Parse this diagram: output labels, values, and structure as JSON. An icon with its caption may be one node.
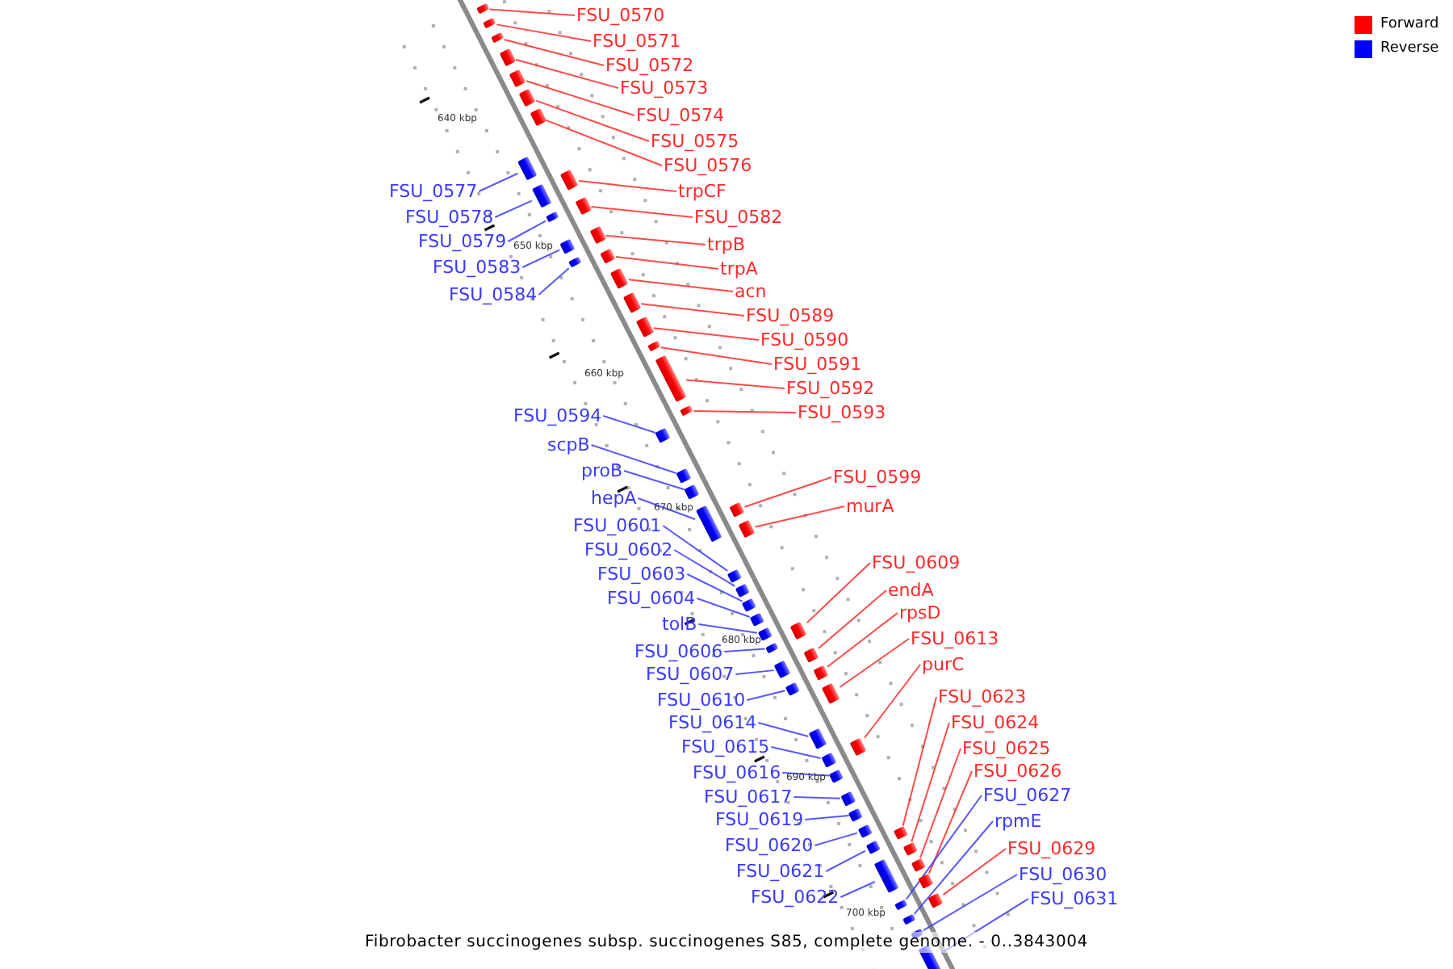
{
  "diagram": {
    "caption": "Fibrobacter succinogenes subsp. succinogenes S85, complete genome. - 0..3843004",
    "nodes": [
      {
        "text": [
          "FSU_0570"
        ]
      },
      {
        "text": [
          "FSU_0571"
        ]
      },
      {
        "text": [
          "FSU_0572"
        ]
      },
      {
        "text": [
          "FSU_0573"
        ]
      },
      {
        "text": [
          "FSU_0574"
        ]
      },
      {
        "text": [
          "FSU_0575"
        ]
      },
      {
        "text": [
          "FSU_0576"
        ]
      },
      {
        "text": [
          "FSU_0577"
        ]
      },
      {
        "text": [
          "trpCF"
        ]
      },
      {
        "text": [
          "FSU_0578"
        ]
      },
      {
        "text": [
          "FSU_0582"
        ]
      },
      {
        "text": [
          "FSU_0579"
        ]
      },
      {
        "text": [
          "trpB"
        ]
      },
      {
        "text": [
          "FSU_0583"
        ]
      },
      {
        "text": [
          "trpA"
        ]
      },
      {
        "text": [
          "FSU_0584"
        ]
      },
      {
        "text": [
          "acn"
        ]
      },
      {
        "text": [
          "FSU_0589"
        ]
      },
      {
        "text": [
          "FSU_0590"
        ]
      },
      {
        "text": [
          "FSU_0591"
        ]
      },
      {
        "text": [
          "FSU_0592"
        ]
      },
      {
        "text": [
          "FSU_0594"
        ]
      },
      {
        "text": [
          "FSU_0593"
        ]
      },
      {
        "text": [
          "scpB"
        ]
      },
      {
        "text": [
          "proB"
        ]
      },
      {
        "text": [
          "FSU_0599"
        ]
      },
      {
        "text": [
          "hepA"
        ]
      },
      {
        "text": [
          "murA"
        ]
      },
      {
        "text": [
          "FSU_0601"
        ]
      },
      {
        "text": [
          "FSU_0602"
        ]
      },
      {
        "text": [
          "FSU_0609"
        ]
      },
      {
        "text": [
          "FSU_0603"
        ]
      },
      {
        "text": [
          "endA"
        ]
      },
      {
        "text": [
          "FSU_0604"
        ]
      },
      {
        "text": [
          "rpsD"
        ]
      },
      {
        "text": [
          "tolB"
        ]
      },
      {
        "text": [
          "FSU_0613"
        ]
      },
      {
        "text": [
          "FSU_0606"
        ]
      },
      {
        "text": [
          "purC"
        ]
      },
      {
        "text": [
          "FSU_0607"
        ]
      },
      {
        "text": [
          "FSU_0623"
        ]
      },
      {
        "text": [
          "FSU_0610"
        ]
      },
      {
        "text": [
          "FSU_0614"
        ]
      },
      {
        "text": [
          "FSU_0624"
        ]
      },
      {
        "text": [
          "FSU_0615"
        ]
      },
      {
        "text": [
          "FSU_0625"
        ]
      },
      {
        "text": [
          "FSU_0616"
        ]
      },
      {
        "text": [
          "FSU_0626"
        ]
      },
      {
        "text": [
          "FSU_0617"
        ]
      },
      {
        "text": [
          "FSU_0627"
        ]
      },
      {
        "text": [
          "FSU_0619"
        ]
      },
      {
        "text": [
          "rpmE"
        ]
      },
      {
        "text": [
          "FSU_0620"
        ]
      },
      {
        "text": [
          "FSU_0629"
        ]
      },
      {
        "text": [
          "FSU_0621"
        ]
      },
      {
        "text": [
          "FSU_0630"
        ]
      },
      {
        "text": [
          "FSU_0622"
        ]
      },
      {
        "text": [
          "FSU_0631"
        ]
      },
      {
        "text": [],
        "shape": "box"
      },
      {
        "text": [],
        "shape": "box"
      },
      {
        "text": [],
        "shape": "box"
      },
      {
        "text": [],
        "shape": "box"
      },
      {
        "text": [],
        "shape": "box"
      },
      {
        "text": [],
        "shape": "box"
      },
      {
        "text": [],
        "shape": "box"
      },
      {
        "text": [],
        "shape": "box"
      },
      {
        "text": [],
        "shape": "box"
      },
      {
        "text": [],
        "shape": "box"
      },
      {
        "text": [],
        "shape": "box"
      },
      {
        "text": [],
        "shape": "box"
      },
      {
        "text": [],
        "shape": "box"
      },
      {
        "text": [],
        "shape": "box"
      },
      {
        "text": [],
        "shape": "box"
      },
      {
        "text": [],
        "shape": "box"
      },
      {
        "text": [],
        "shape": "box"
      },
      {
        "text": [],
        "shape": "box"
      },
      {
        "text": [],
        "shape": "box"
      },
      {
        "text": [],
        "shape": "box"
      },
      {
        "text": [],
        "shape": "box"
      },
      {
        "text": [],
        "shape": "box"
      },
      {
        "text": [],
        "shape": "box"
      },
      {
        "text": [],
        "shape": "box"
      },
      {
        "text": [],
        "shape": "box"
      },
      {
        "text": [],
        "shape": "box"
      },
      {
        "text": [],
        "shape": "box"
      },
      {
        "text": [],
        "shape": "box"
      },
      {
        "text": [],
        "shape": "box"
      },
      {
        "text": [],
        "shape": "box"
      },
      {
        "text": [],
        "shape": "box"
      },
      {
        "text": [],
        "shape": "box"
      },
      {
        "text": [],
        "shape": "box"
      },
      {
        "text": [],
        "shape": "box"
      },
      {
        "text": [],
        "shape": "box"
      },
      {
        "text": [],
        "shape": "box"
      },
      {
        "text": [],
        "shape": "box"
      },
      {
        "text": [],
        "shape": "box"
      },
      {
        "text": [],
        "shape": "box"
      },
      {
        "text": [],
        "shape": "box"
      },
      {
        "text": [],
        "shape": "box"
      },
      {
        "text": [],
        "shape": "box"
      },
      {
        "text": [],
        "shape": "box"
      },
      {
        "text": [],
        "shape": "box"
      },
      {
        "text": [],
        "shape": "box"
      },
      {
        "text": [],
        "shape": "box"
      },
      {
        "text": [],
        "shape": "box"
      },
      {
        "text": [],
        "shape": "box"
      },
      {
        "text": [],
        "shape": "box"
      },
      {
        "text": [],
        "shape": "box"
      },
      {
        "text": [],
        "shape": "box"
      },
      {
        "text": [],
        "shape": "box"
      },
      {
        "text": [],
        "shape": "box"
      },
      {
        "text": [],
        "shape": "box"
      },
      {
        "text": [],
        "shape": "box"
      },
      {
        "text": [],
        "shape": "box"
      },
      {
        "text": [],
        "shape": "box"
      },
      {
        "text": [],
        "shape": "box"
      }
    ],
    "edges": [
      {
        "from": 0,
        "to": 58,
        "arrow": "none"
      },
      {
        "from": 1,
        "to": 59,
        "arrow": "none"
      },
      {
        "from": 2,
        "to": 60,
        "arrow": "none"
      },
      {
        "from": 3,
        "to": 61,
        "arrow": "none"
      },
      {
        "from": 4,
        "to": 62,
        "arrow": "none"
      },
      {
        "from": 5,
        "to": 63,
        "arrow": "none"
      },
      {
        "from": 6,
        "to": 64,
        "arrow": "none"
      },
      {
        "from": 7,
        "to": 65,
        "arrow": "none",
        "color": "#3a3aff"
      },
      {
        "from": 8,
        "to": 66,
        "arrow": "none"
      },
      {
        "from": 9,
        "to": 67,
        "arrow": "none",
        "color": "#3a3aff"
      },
      {
        "from": 10,
        "to": 68,
        "arrow": "none"
      },
      {
        "from": 11,
        "to": 69,
        "arrow": "none",
        "color": "#3a3aff"
      },
      {
        "from": 12,
        "to": 70,
        "arrow": "none"
      },
      {
        "from": 13,
        "to": 71,
        "arrow": "none",
        "color": "#3a3aff"
      },
      {
        "from": 14,
        "to": 72,
        "arrow": "none"
      },
      {
        "from": 15,
        "to": 73,
        "arrow": "none",
        "color": "#3a3aff"
      },
      {
        "from": 16,
        "to": 74,
        "arrow": "none"
      },
      {
        "from": 17,
        "to": 75,
        "arrow": "none"
      },
      {
        "from": 18,
        "to": 76,
        "arrow": "none"
      },
      {
        "from": 19,
        "to": 77,
        "arrow": "none"
      },
      {
        "from": 20,
        "to": 78,
        "arrow": "none"
      },
      {
        "from": 21,
        "to": 79,
        "arrow": "none",
        "color": "#3a3aff"
      },
      {
        "from": 22,
        "to": 80,
        "arrow": "none"
      },
      {
        "from": 23,
        "to": 81,
        "arrow": "none",
        "color": "#3a3aff"
      },
      {
        "from": 24,
        "to": 82,
        "arrow": "none",
        "color": "#3a3aff"
      },
      {
        "from": 25,
        "to": 83,
        "arrow": "none"
      },
      {
        "from": 26,
        "to": 84,
        "arrow": "none",
        "color": "#3a3aff"
      },
      {
        "from": 27,
        "to": 85,
        "arrow": "none"
      },
      {
        "from": 28,
        "to": 86,
        "arrow": "none",
        "color": "#3a3aff"
      },
      {
        "from": 29,
        "to": 87,
        "arrow": "none",
        "color": "#3a3aff"
      },
      {
        "from": 30,
        "to": 88,
        "arrow": "none"
      },
      {
        "from": 31,
        "to": 89,
        "arrow": "none",
        "color": "#3a3aff"
      },
      {
        "from": 32,
        "to": 90,
        "arrow": "none"
      },
      {
        "from": 33,
        "to": 91,
        "arrow": "none",
        "color": "#3a3aff"
      },
      {
        "from": 34,
        "to": 92,
        "arrow": "none"
      },
      {
        "from": 35,
        "to": 93,
        "arrow": "none",
        "color": "#3a3aff"
      },
      {
        "from": 36,
        "to": 94,
        "arrow": "none"
      },
      {
        "from": 37,
        "to": 95,
        "arrow": "none",
        "color": "#3a3aff"
      },
      {
        "from": 38,
        "to": 96,
        "arrow": "none"
      },
      {
        "from": 39,
        "to": 97,
        "arrow": "none",
        "color": "#3a3aff"
      },
      {
        "from": 40,
        "to": 98,
        "arrow": "none"
      },
      {
        "from": 41,
        "to": 99,
        "arrow": "none",
        "color": "#3a3aff"
      },
      {
        "from": 42,
        "to": 100,
        "arrow": "none",
        "color": "#3a3aff"
      },
      {
        "from": 43,
        "to": 101,
        "arrow": "none"
      },
      {
        "from": 44,
        "to": 102,
        "arrow": "none",
        "color": "#3a3aff"
      },
      {
        "from": 45,
        "to": 103,
        "arrow": "none"
      },
      {
        "from": 46,
        "to": 104,
        "arrow": "none",
        "color": "#3a3aff"
      },
      {
        "from": 47,
        "to": 105,
        "arrow": "none"
      },
      {
        "from": 48,
        "to": 106,
        "arrow": "none",
        "color": "#3a3aff"
      },
      {
        "from": 49,
        "to": 107,
        "arrow": "none",
        "color": "#3a3aff"
      },
      {
        "from": 50,
        "to": 108,
        "arrow": "none",
        "color": "#3a3aff"
      },
      {
        "from": 51,
        "to": 109,
        "arrow": "none",
        "color": "#3a3aff"
      },
      {
        "from": 52,
        "to": 110,
        "arrow": "none",
        "color": "#3a3aff"
      },
      {
        "from": 53,
        "to": 111,
        "arrow": "none"
      },
      {
        "from": 54,
        "to": 112,
        "arrow": "none",
        "color": "#3a3aff"
      },
      {
        "from": 55,
        "to": 113,
        "arrow": "none",
        "color": "#3a3aff"
      },
      {
        "from": 56,
        "to": 114,
        "arrow": "none",
        "color": "#3a3aff"
      },
      {
        "from": 57,
        "to": 115,
        "arrow": "none",
        "color": "#3a3aff"
      }
    ],
    "labels": [
      "640 kbp",
      "650 kbp",
      "660 kbp",
      "670 kbp",
      "680 kbp",
      "690 kbp",
      "700 kbp"
    ],
    "legend": [
      {
        "text": "Forward",
        "color": "#ff0000"
      },
      {
        "text": "Reverse",
        "color": "#0000ff"
      }
    ]
  }
}
